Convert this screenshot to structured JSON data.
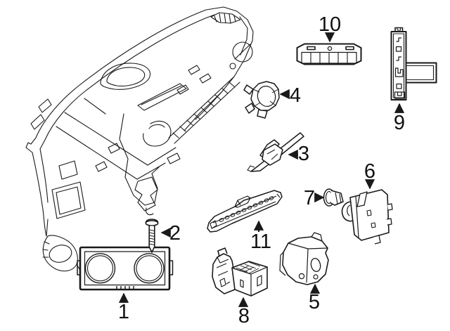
{
  "diagram": {
    "colors": {
      "background": "#ffffff",
      "line": "#1a1a1a",
      "label": "#111111"
    },
    "callouts": [
      {
        "label": "1"
      },
      {
        "label": "2"
      },
      {
        "label": "3"
      },
      {
        "label": "4"
      },
      {
        "label": "5"
      },
      {
        "label": "6"
      },
      {
        "label": "7"
      },
      {
        "label": "8"
      },
      {
        "label": "9"
      },
      {
        "label": "10"
      },
      {
        "label": "11"
      }
    ]
  }
}
